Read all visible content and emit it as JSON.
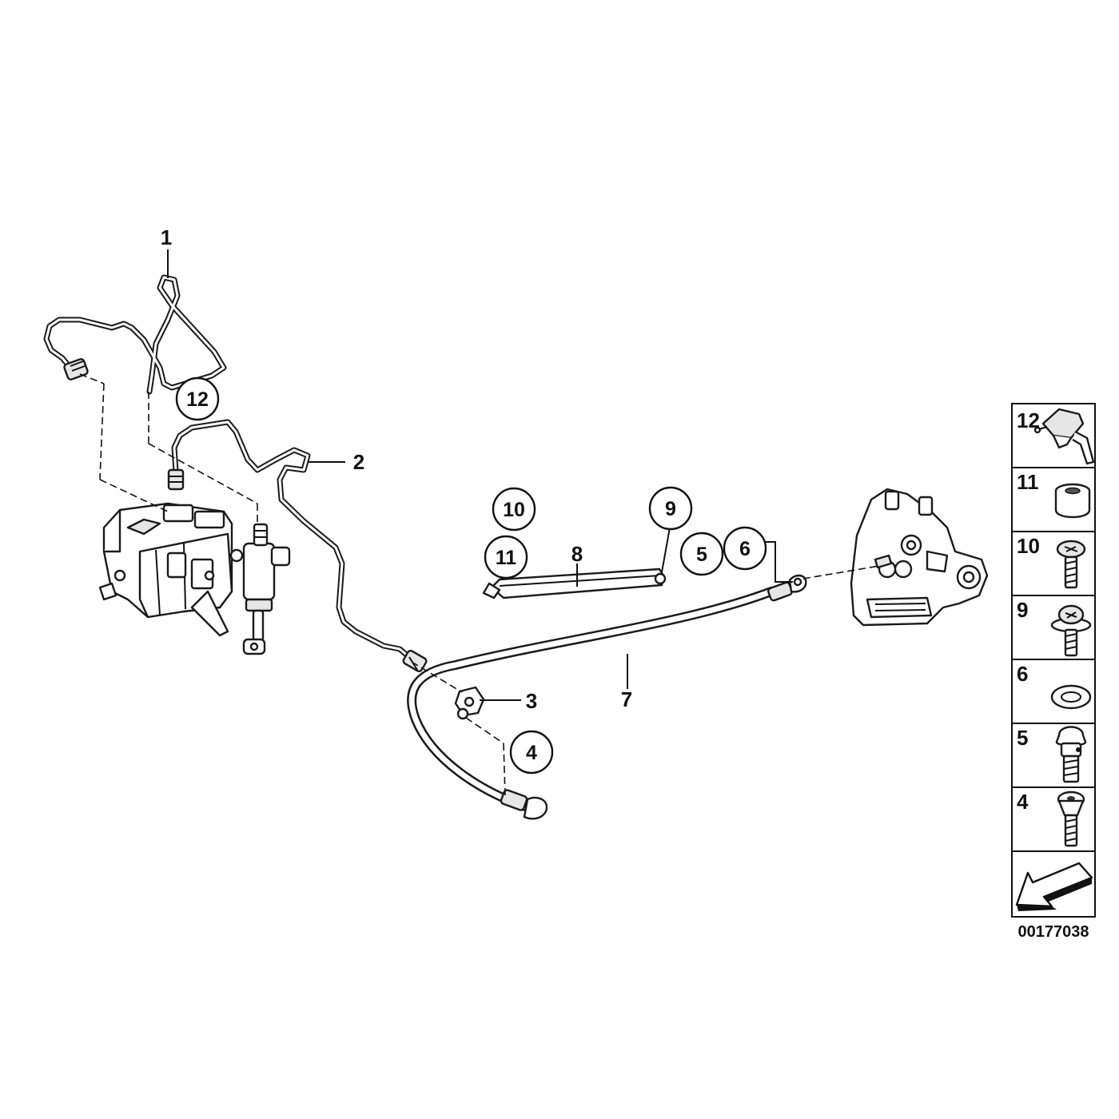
{
  "callouts": {
    "c1": "1",
    "c2": "2",
    "c3": "3",
    "c4": "4",
    "c5": "5",
    "c6": "6",
    "c7": "7",
    "c8": "8",
    "c9": "9",
    "c10": "10",
    "c11": "11",
    "c12": "12"
  },
  "legend": [
    {
      "number": "12",
      "icon": "clip-icon"
    },
    {
      "number": "11",
      "icon": "grommet-icon"
    },
    {
      "number": "10",
      "icon": "screw-icon"
    },
    {
      "number": "9",
      "icon": "collar-screw-icon"
    },
    {
      "number": "6",
      "icon": "seal-ring-icon"
    },
    {
      "number": "5",
      "icon": "banjo-bolt-icon"
    },
    {
      "number": "4",
      "icon": "bolt-icon"
    },
    {
      "number": "",
      "icon": "direction-arrow-icon"
    }
  ],
  "drawing_code": "00177038"
}
